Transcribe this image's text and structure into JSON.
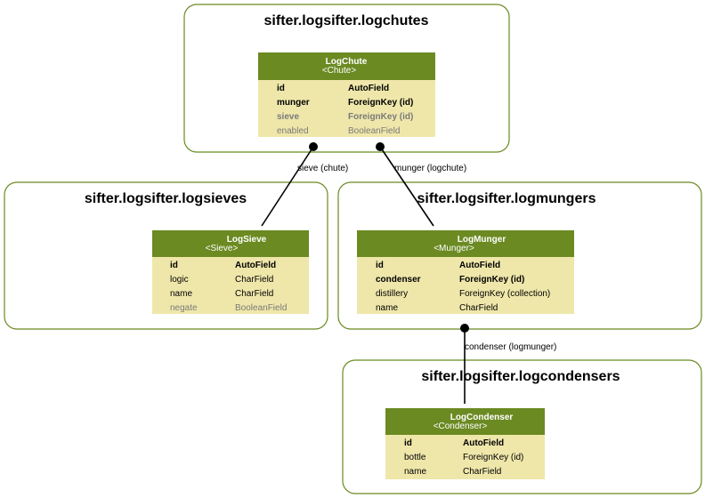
{
  "packages": {
    "logchutes": "sifter.logsifter.logchutes",
    "logsieves": "sifter.logsifter.logsieves",
    "logmungers": "sifter.logsifter.logmungers",
    "logcondensers": "sifter.logsifter.logcondensers"
  },
  "models": {
    "logchute": {
      "name": "LogChute",
      "base": "<Chute>",
      "fields": [
        {
          "name": "id",
          "type": "AutoField",
          "style": "bold"
        },
        {
          "name": "munger",
          "type": "ForeignKey (id)",
          "style": "bold"
        },
        {
          "name": "sieve",
          "type": "ForeignKey (id)",
          "style": "bold-gray"
        },
        {
          "name": "enabled",
          "type": "BooleanField",
          "style": "gray"
        }
      ]
    },
    "logsieve": {
      "name": "LogSieve",
      "base": "<Sieve>",
      "fields": [
        {
          "name": "id",
          "type": "AutoField",
          "style": "bold"
        },
        {
          "name": "logic",
          "type": "CharField",
          "style": "normal"
        },
        {
          "name": "name",
          "type": "CharField",
          "style": "normal"
        },
        {
          "name": "negate",
          "type": "BooleanField",
          "style": "gray"
        }
      ]
    },
    "logmunger": {
      "name": "LogMunger",
      "base": "<Munger>",
      "fields": [
        {
          "name": "id",
          "type": "AutoField",
          "style": "bold"
        },
        {
          "name": "condenser",
          "type": "ForeignKey (id)",
          "style": "bold"
        },
        {
          "name": "distillery",
          "type": "ForeignKey (collection)",
          "style": "normal"
        },
        {
          "name": "name",
          "type": "CharField",
          "style": "normal"
        }
      ]
    },
    "logcondenser": {
      "name": "LogCondenser",
      "base": "<Condenser>",
      "fields": [
        {
          "name": "id",
          "type": "AutoField",
          "style": "bold"
        },
        {
          "name": "bottle",
          "type": "ForeignKey (id)",
          "style": "normal"
        },
        {
          "name": "name",
          "type": "CharField",
          "style": "normal"
        }
      ]
    }
  },
  "relations": {
    "sieve": "sieve (chute)",
    "munger": "munger (logchute)",
    "condenser": "condenser (logmunger)"
  }
}
